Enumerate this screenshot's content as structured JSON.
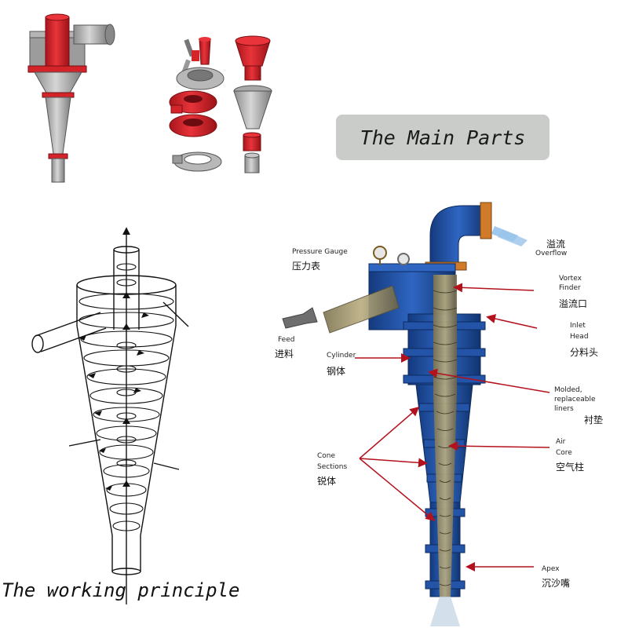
{
  "main_parts_title": "The Main Parts",
  "working_principle_caption": "The working principle",
  "labels": {
    "pressure_gauge": {
      "en": "Pressure Gauge",
      "zh": "压力表"
    },
    "overflow": {
      "en": "Overflow",
      "zh": "溢流"
    },
    "vortex_finder": {
      "en1": "Vortex",
      "en2": "Finder",
      "zh": "溢流口"
    },
    "inlet_head": {
      "en1": "Inlet",
      "en2": "Head",
      "zh": "分料头"
    },
    "feed": {
      "en": "Feed",
      "zh": "进料"
    },
    "cylinder": {
      "en": "Cylinder",
      "zh": "钢体"
    },
    "molded_liners": {
      "en1": "Molded,",
      "en2": "replaceable",
      "en3": "liners",
      "zh": "衬垫"
    },
    "air_core": {
      "en1": "Air",
      "en2": "Core",
      "zh": "空气柱"
    },
    "cone_sections": {
      "en1": "Cone",
      "en2": "Sections",
      "zh": "锐体"
    },
    "apex": {
      "en": "Apex",
      "zh": "沉沙嘴"
    }
  },
  "colors": {
    "part_red": "#d3242a",
    "part_gray": "#a8a8a8",
    "body_blue": "#1f4fa0",
    "flange_orange": "#d07a2a",
    "arrow_red": "#b3121c",
    "title_bg": "#c9ccc9"
  }
}
